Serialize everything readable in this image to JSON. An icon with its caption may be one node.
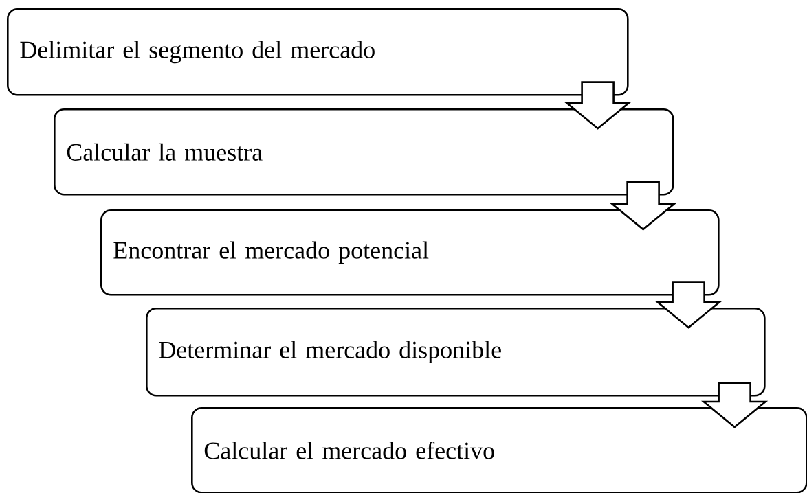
{
  "diagram": {
    "nodes": [
      {
        "text": [
          "Delimitar el segmento del mercado"
        ]
      },
      {
        "text": [
          "Calcular la muestra"
        ]
      },
      {
        "text": [
          "Encontrar el mercado potencial"
        ]
      },
      {
        "text": [
          "Determinar el mercado disponible"
        ]
      },
      {
        "text": [
          "Calcular el mercado efectivo"
        ]
      }
    ],
    "edges": [
      {
        "from": 0,
        "to": 1,
        "arrow": "to"
      },
      {
        "from": 1,
        "to": 2,
        "arrow": "to"
      },
      {
        "from": 2,
        "to": 3,
        "arrow": "to"
      },
      {
        "from": 3,
        "to": 4,
        "arrow": "to"
      }
    ]
  }
}
